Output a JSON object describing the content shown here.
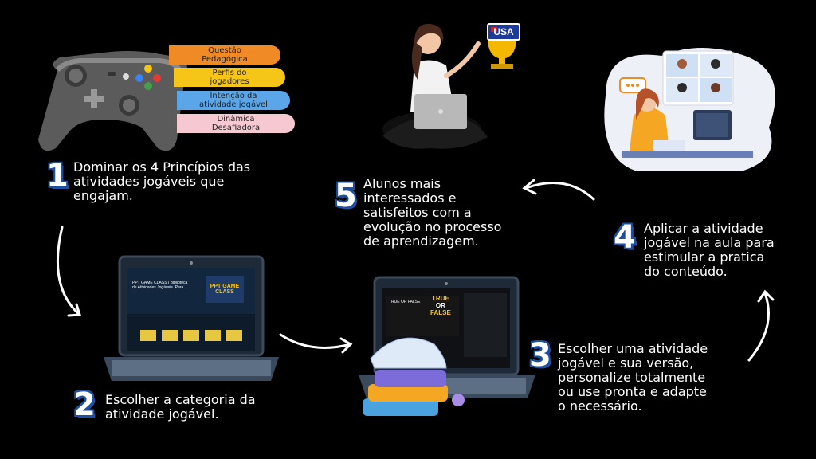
{
  "principles": [
    {
      "line1": "Questão",
      "line2": "Pedagógica",
      "color": "#f08a24"
    },
    {
      "line1": "Perfis do",
      "line2": "jogadores",
      "color": "#f5c518"
    },
    {
      "line1": "Intenção da",
      "line2": "atividade jogável",
      "color": "#5aa6e8"
    },
    {
      "line1": "Dinâmica",
      "line2": "Desafiadora",
      "color": "#f6c9d2"
    }
  ],
  "steps": [
    {
      "num": "1",
      "line1": "Dominar os 4 Princípios das",
      "line2": "atividades jogáveis que",
      "line3": "engajam."
    },
    {
      "num": "2",
      "line1": "Escolher a categoria da",
      "line2": "atividade jogável."
    },
    {
      "num": "3",
      "line1": "Escolher uma atividade",
      "line2": "jogável e sua versão,",
      "line3": "personalize totalmente",
      "line4": "ou use pronta e adapte",
      "line5": "o necessário."
    },
    {
      "num": "4",
      "line1": "Aplicar a atividade",
      "line2": "jogável na aula para",
      "line3": "estimular a pratica",
      "line4": "do conteúdo."
    },
    {
      "num": "5",
      "line1": "Alunos mais",
      "line2": "interessados e",
      "line3": "satisfeitos com a",
      "line4": "evolução no processo",
      "line5": "de aprendizagem."
    }
  ],
  "trophy_label": "USA",
  "laptop1": {
    "title_line1": "PPT GAME CLASS | Biblioteca",
    "title_line2": "de Atividades Jogáveis. Para...",
    "banner": "PPT GAME CLASS"
  },
  "laptop2": {
    "game_title": "TRUE OR FALSE",
    "banner_true": "TRUE",
    "banner_or": "OR",
    "banner_false": "FALSE"
  },
  "colors": {
    "step_outline": "#1e4fa3",
    "background": "#000000"
  }
}
